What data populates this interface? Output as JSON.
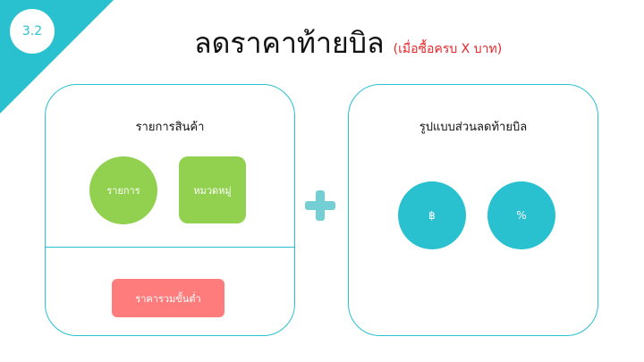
{
  "colors": {
    "accent": "#29c0cf",
    "green": "#92d050",
    "pink": "#ff7c7c",
    "red_note": "#e8262a",
    "plus": "#73cfd4"
  },
  "header": {
    "section_number": "3.2",
    "title": "ลดราคาท้ายบิล",
    "subtitle": "(เมื่อซื้อครบ X บาท)"
  },
  "left_panel": {
    "heading": "รายการสินค้า",
    "items": [
      "รายการ",
      "หมวดหมู่"
    ],
    "min_total_button": "ราคารวมขั้นต่ำ"
  },
  "operator": {
    "icon": "plus-icon"
  },
  "right_panel": {
    "heading": "รูปแบบส่วนลดท้ายบิล",
    "options": [
      "฿",
      "%"
    ]
  }
}
